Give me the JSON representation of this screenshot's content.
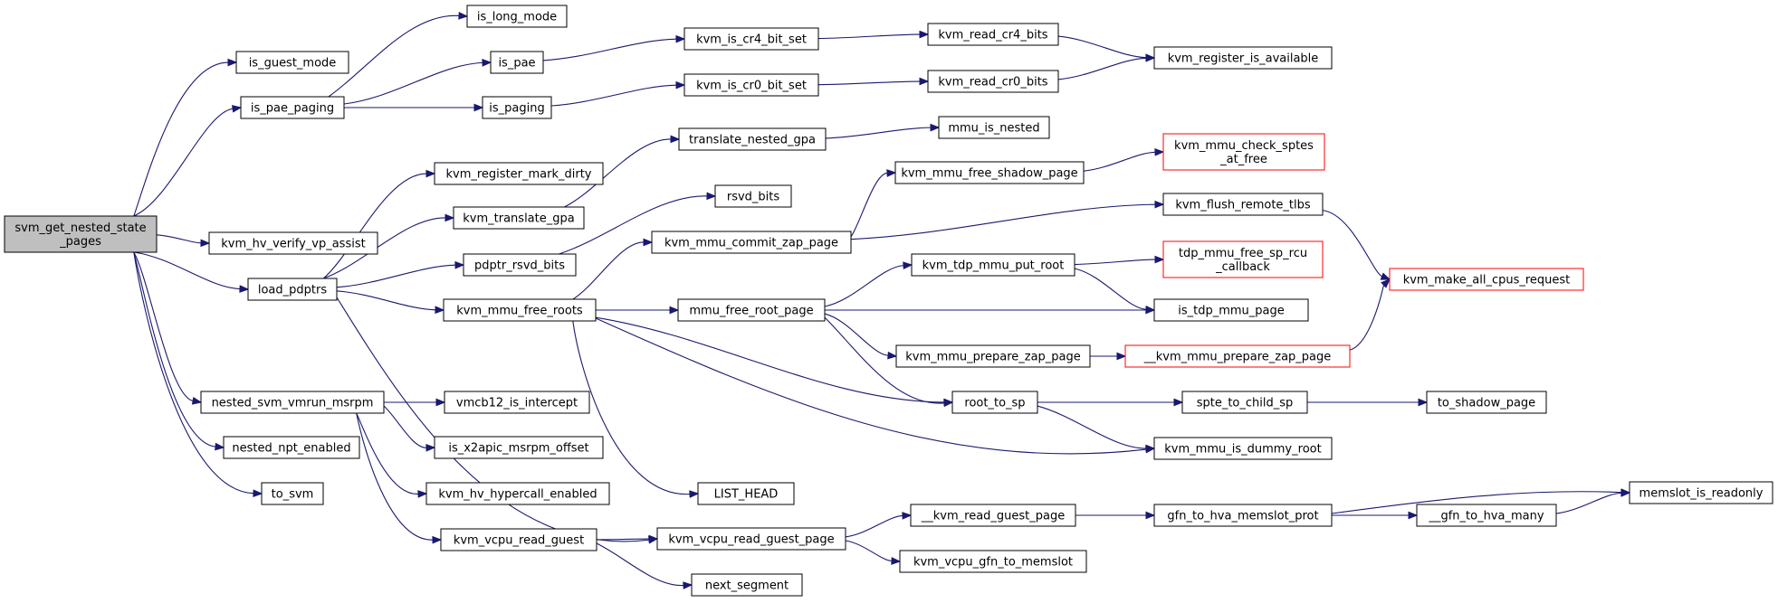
{
  "diagram": {
    "type": "call-graph",
    "colors": {
      "edge": "#191970",
      "root_fill": "#bfbfbf",
      "truncated_border": "#ff0000",
      "border": "#000000"
    },
    "nodes": [
      {
        "id": "root",
        "lines": [
          "svm_get_nested_state",
          "_pages"
        ],
        "root": true
      },
      {
        "id": "is_guest_mode",
        "lines": [
          "is_guest_mode"
        ]
      },
      {
        "id": "is_pae_paging",
        "lines": [
          "is_pae_paging"
        ]
      },
      {
        "id": "kvm_hv_verify_vp_assist",
        "lines": [
          "kvm_hv_verify_vp_assist"
        ]
      },
      {
        "id": "load_pdptrs",
        "lines": [
          "load_pdptrs"
        ]
      },
      {
        "id": "nested_svm_vmrun_msrpm",
        "lines": [
          "nested_svm_vmrun_msrpm"
        ]
      },
      {
        "id": "nested_npt_enabled",
        "lines": [
          "nested_npt_enabled"
        ]
      },
      {
        "id": "to_svm",
        "lines": [
          "to_svm"
        ]
      },
      {
        "id": "is_long_mode",
        "lines": [
          "is_long_mode"
        ]
      },
      {
        "id": "is_pae",
        "lines": [
          "is_pae"
        ]
      },
      {
        "id": "is_paging",
        "lines": [
          "is_paging"
        ]
      },
      {
        "id": "kvm_is_cr4_bit_set",
        "lines": [
          "kvm_is_cr4_bit_set"
        ]
      },
      {
        "id": "kvm_is_cr0_bit_set",
        "lines": [
          "kvm_is_cr0_bit_set"
        ]
      },
      {
        "id": "kvm_read_cr4_bits",
        "lines": [
          "kvm_read_cr4_bits"
        ]
      },
      {
        "id": "kvm_read_cr0_bits",
        "lines": [
          "kvm_read_cr0_bits"
        ]
      },
      {
        "id": "kvm_register_is_available",
        "lines": [
          "kvm_register_is_available"
        ]
      },
      {
        "id": "kvm_register_mark_dirty",
        "lines": [
          "kvm_register_mark_dirty"
        ]
      },
      {
        "id": "kvm_translate_gpa",
        "lines": [
          "kvm_translate_gpa"
        ]
      },
      {
        "id": "pdptr_rsvd_bits",
        "lines": [
          "pdptr_rsvd_bits"
        ]
      },
      {
        "id": "kvm_mmu_free_roots",
        "lines": [
          "kvm_mmu_free_roots"
        ]
      },
      {
        "id": "translate_nested_gpa",
        "lines": [
          "translate_nested_gpa"
        ]
      },
      {
        "id": "mmu_is_nested",
        "lines": [
          "mmu_is_nested"
        ]
      },
      {
        "id": "rsvd_bits",
        "lines": [
          "rsvd_bits"
        ]
      },
      {
        "id": "kvm_mmu_commit_zap_page",
        "lines": [
          "kvm_mmu_commit_zap_page"
        ]
      },
      {
        "id": "kvm_mmu_free_shadow_page",
        "lines": [
          "kvm_mmu_free_shadow_page"
        ]
      },
      {
        "id": "kvm_mmu_check_sptes_at_free",
        "lines": [
          "kvm_mmu_check_sptes",
          "_at_free"
        ],
        "truncated": true
      },
      {
        "id": "kvm_flush_remote_tlbs",
        "lines": [
          "kvm_flush_remote_tlbs"
        ]
      },
      {
        "id": "kvm_make_all_cpus_request",
        "lines": [
          "kvm_make_all_cpus_request"
        ],
        "truncated": true
      },
      {
        "id": "mmu_free_root_page",
        "lines": [
          "mmu_free_root_page"
        ]
      },
      {
        "id": "kvm_tdp_mmu_put_root",
        "lines": [
          "kvm_tdp_mmu_put_root"
        ]
      },
      {
        "id": "tdp_mmu_free_sp_rcu_callback",
        "lines": [
          "tdp_mmu_free_sp_rcu",
          "_callback"
        ],
        "truncated": true
      },
      {
        "id": "is_tdp_mmu_page",
        "lines": [
          "is_tdp_mmu_page"
        ]
      },
      {
        "id": "kvm_mmu_prepare_zap_page",
        "lines": [
          "kvm_mmu_prepare_zap_page"
        ]
      },
      {
        "id": "__kvm_mmu_prepare_zap_page",
        "lines": [
          "__kvm_mmu_prepare_zap_page"
        ],
        "truncated": true
      },
      {
        "id": "root_to_sp",
        "lines": [
          "root_to_sp"
        ]
      },
      {
        "id": "spte_to_child_sp",
        "lines": [
          "spte_to_child_sp"
        ]
      },
      {
        "id": "to_shadow_page",
        "lines": [
          "to_shadow_page"
        ]
      },
      {
        "id": "kvm_mmu_is_dummy_root",
        "lines": [
          "kvm_mmu_is_dummy_root"
        ]
      },
      {
        "id": "vmcb12_is_intercept",
        "lines": [
          "vmcb12_is_intercept"
        ]
      },
      {
        "id": "is_x2apic_msrpm_offset",
        "lines": [
          "is_x2apic_msrpm_offset"
        ]
      },
      {
        "id": "kvm_hv_hypercall_enabled",
        "lines": [
          "kvm_hv_hypercall_enabled"
        ]
      },
      {
        "id": "LIST_HEAD",
        "lines": [
          "LIST_HEAD"
        ]
      },
      {
        "id": "kvm_vcpu_read_guest",
        "lines": [
          "kvm_vcpu_read_guest"
        ]
      },
      {
        "id": "kvm_vcpu_read_guest_page",
        "lines": [
          "kvm_vcpu_read_guest_page"
        ]
      },
      {
        "id": "next_segment",
        "lines": [
          "next_segment"
        ]
      },
      {
        "id": "__kvm_read_guest_page",
        "lines": [
          "__kvm_read_guest_page"
        ]
      },
      {
        "id": "kvm_vcpu_gfn_to_memslot",
        "lines": [
          "kvm_vcpu_gfn_to_memslot"
        ]
      },
      {
        "id": "gfn_to_hva_memslot_prot",
        "lines": [
          "gfn_to_hva_memslot_prot"
        ]
      },
      {
        "id": "__gfn_to_hva_many",
        "lines": [
          "__gfn_to_hva_many"
        ]
      },
      {
        "id": "memslot_is_readonly",
        "lines": [
          "memslot_is_readonly"
        ]
      }
    ],
    "edges": [
      [
        "root",
        "is_guest_mode"
      ],
      [
        "root",
        "is_pae_paging"
      ],
      [
        "root",
        "kvm_hv_verify_vp_assist"
      ],
      [
        "root",
        "load_pdptrs"
      ],
      [
        "root",
        "nested_svm_vmrun_msrpm"
      ],
      [
        "root",
        "nested_npt_enabled"
      ],
      [
        "root",
        "to_svm"
      ],
      [
        "is_pae_paging",
        "is_long_mode"
      ],
      [
        "is_pae_paging",
        "is_pae"
      ],
      [
        "is_pae_paging",
        "is_paging"
      ],
      [
        "is_pae",
        "kvm_is_cr4_bit_set"
      ],
      [
        "is_paging",
        "kvm_is_cr0_bit_set"
      ],
      [
        "kvm_is_cr4_bit_set",
        "kvm_read_cr4_bits"
      ],
      [
        "kvm_is_cr0_bit_set",
        "kvm_read_cr0_bits"
      ],
      [
        "kvm_read_cr4_bits",
        "kvm_register_is_available"
      ],
      [
        "kvm_read_cr0_bits",
        "kvm_register_is_available"
      ],
      [
        "load_pdptrs",
        "kvm_register_mark_dirty"
      ],
      [
        "load_pdptrs",
        "kvm_translate_gpa"
      ],
      [
        "load_pdptrs",
        "pdptr_rsvd_bits"
      ],
      [
        "load_pdptrs",
        "kvm_mmu_free_roots"
      ],
      [
        "load_pdptrs",
        "kvm_vcpu_read_guest_page"
      ],
      [
        "kvm_translate_gpa",
        "translate_nested_gpa"
      ],
      [
        "translate_nested_gpa",
        "mmu_is_nested"
      ],
      [
        "pdptr_rsvd_bits",
        "rsvd_bits"
      ],
      [
        "kvm_mmu_free_roots",
        "kvm_mmu_commit_zap_page"
      ],
      [
        "kvm_mmu_free_roots",
        "mmu_free_root_page"
      ],
      [
        "kvm_mmu_free_roots",
        "root_to_sp"
      ],
      [
        "kvm_mmu_free_roots",
        "kvm_mmu_is_dummy_root"
      ],
      [
        "kvm_mmu_free_roots",
        "LIST_HEAD"
      ],
      [
        "kvm_mmu_commit_zap_page",
        "kvm_mmu_free_shadow_page"
      ],
      [
        "kvm_mmu_commit_zap_page",
        "kvm_flush_remote_tlbs"
      ],
      [
        "kvm_mmu_free_shadow_page",
        "kvm_mmu_check_sptes_at_free"
      ],
      [
        "kvm_flush_remote_tlbs",
        "kvm_make_all_cpus_request"
      ],
      [
        "mmu_free_root_page",
        "kvm_tdp_mmu_put_root"
      ],
      [
        "mmu_free_root_page",
        "is_tdp_mmu_page"
      ],
      [
        "mmu_free_root_page",
        "kvm_mmu_prepare_zap_page"
      ],
      [
        "mmu_free_root_page",
        "root_to_sp"
      ],
      [
        "kvm_tdp_mmu_put_root",
        "tdp_mmu_free_sp_rcu_callback"
      ],
      [
        "kvm_tdp_mmu_put_root",
        "is_tdp_mmu_page"
      ],
      [
        "kvm_mmu_prepare_zap_page",
        "__kvm_mmu_prepare_zap_page"
      ],
      [
        "__kvm_mmu_prepare_zap_page",
        "kvm_make_all_cpus_request"
      ],
      [
        "root_to_sp",
        "spte_to_child_sp"
      ],
      [
        "root_to_sp",
        "kvm_mmu_is_dummy_root"
      ],
      [
        "spte_to_child_sp",
        "to_shadow_page"
      ],
      [
        "nested_svm_vmrun_msrpm",
        "vmcb12_is_intercept"
      ],
      [
        "nested_svm_vmrun_msrpm",
        "is_x2apic_msrpm_offset"
      ],
      [
        "nested_svm_vmrun_msrpm",
        "kvm_hv_hypercall_enabled"
      ],
      [
        "nested_svm_vmrun_msrpm",
        "kvm_vcpu_read_guest"
      ],
      [
        "kvm_vcpu_read_guest",
        "kvm_vcpu_read_guest_page"
      ],
      [
        "kvm_vcpu_read_guest",
        "next_segment"
      ],
      [
        "kvm_vcpu_read_guest_page",
        "__kvm_read_guest_page"
      ],
      [
        "kvm_vcpu_read_guest_page",
        "kvm_vcpu_gfn_to_memslot"
      ],
      [
        "__kvm_read_guest_page",
        "gfn_to_hva_memslot_prot"
      ],
      [
        "gfn_to_hva_memslot_prot",
        "__gfn_to_hva_many"
      ],
      [
        "gfn_to_hva_memslot_prot",
        "memslot_is_readonly"
      ],
      [
        "__gfn_to_hva_many",
        "memslot_is_readonly"
      ]
    ]
  }
}
